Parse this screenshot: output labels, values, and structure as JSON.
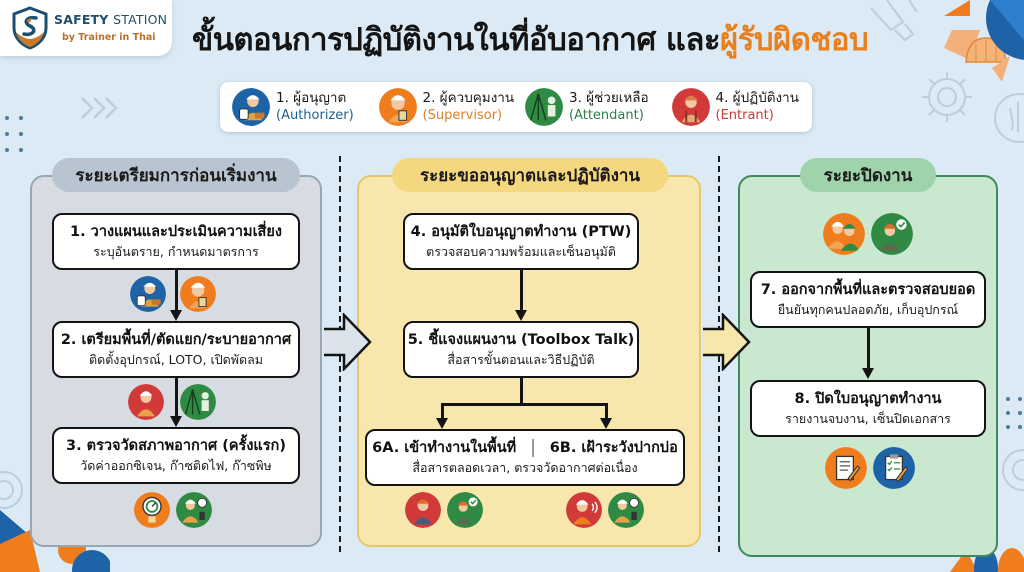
{
  "brand": {
    "name_bold": "SAFETY",
    "name_light": "STATION",
    "tagline": "by Trainer in Thai"
  },
  "header": {
    "title_main": "ขั้นตอนการปฏิบัติงานในที่อับอากาศ และ",
    "title_accent": "ผู้รับผิดชอบ"
  },
  "legend": {
    "items": [
      {
        "th": "1. ผู้อนุญาต",
        "en": "(Authorizer)",
        "color": "#1e63a8",
        "en_color": "#1e5f8f",
        "icon": "authorizer-icon"
      },
      {
        "th": "2. ผู้ควบคุมงาน",
        "en": "(Supervisor)",
        "color": "#ef7d1e",
        "en_color": "#d9822b",
        "icon": "supervisor-icon"
      },
      {
        "th": "3. ผู้ช่วยเหลือ",
        "en": "(Attendant)",
        "color": "#2f8a44",
        "en_color": "#2f7d44",
        "icon": "attendant-icon"
      },
      {
        "th": "4. ผู้ปฏิบัติงาน",
        "en": "(Entrant)",
        "color": "#d23a3a",
        "en_color": "#c23b3b",
        "icon": "entrant-icon"
      }
    ]
  },
  "phases": [
    {
      "label": "ระยะเตรียมการก่อนเริ่มงาน",
      "color": "#d6dce2"
    },
    {
      "label": "ระยะขออนุญาตและปฏิบัติงาน",
      "color": "#f8e7ad"
    },
    {
      "label": "ระยะปิดงาน",
      "color": "#c9e8cf"
    }
  ],
  "steps": {
    "s1": {
      "title": "1. วางแผนและประเมินความเสี่ยง",
      "desc": "ระบุอันตราย, กำหนดมาตรการ"
    },
    "s2": {
      "title": "2. เตรียมพื้นที่/ตัดแยก/ระบายอากาศ",
      "desc": "ติดตั้งอุปกรณ์, LOTO, เปิดพัดลม"
    },
    "s3": {
      "title": "3. ตรวจวัดสภาพอากาศ (ครั้งแรก)",
      "desc": "วัดค่าออกซิเจน, ก๊าซติดไฟ, ก๊าซพิษ"
    },
    "s4": {
      "title": "4. อนุมัติใบอนุญาตทำงาน (PTW)",
      "desc": "ตรวจสอบความพร้อมและเซ็นอนุมัติ"
    },
    "s5": {
      "title": "5. ชี้แจงแผนงาน (Toolbox Talk)",
      "desc": "สื่อสารขั้นตอนและวิธีปฏิบัติ"
    },
    "s6": {
      "title_a": "6A. เข้าทำงานในพื้นที่",
      "title_b": "6B. เฝ้าระวังปากบ่อ",
      "desc": "สื่อสารตลอดเวลา, ตรวจวัดอากาศต่อเนื่อง"
    },
    "s7": {
      "title": "7. ออกจากพื้นที่และตรวจสอบยอด",
      "desc": "ยืนยันทุกคนปลอดภัย, เก็บอุปกรณ์"
    },
    "s8": {
      "title": "8. ปิดใบอนุญาตทำงาน",
      "desc": "รายงานจบงาน, เซ็นปิดเอกสาร"
    }
  },
  "step_roles": {
    "s1": [
      "authorizer",
      "supervisor"
    ],
    "s2": [
      "entrant",
      "attendant"
    ],
    "s3": [
      "gas-meter",
      "attendant-gas-check"
    ],
    "s6a": [
      "entrant",
      "entrant-check"
    ],
    "s6b": [
      "attendant-radio",
      "attendant-gas-check"
    ],
    "s7": [
      "supervisor-team",
      "entrant-check"
    ],
    "s8": [
      "document-sign",
      "checklist-sign"
    ]
  },
  "colors": {
    "accent_orange": "#e8801e",
    "blue": "#1e63a8",
    "orange": "#ef7d1e",
    "green": "#2f8a44",
    "red": "#d23a3a"
  }
}
